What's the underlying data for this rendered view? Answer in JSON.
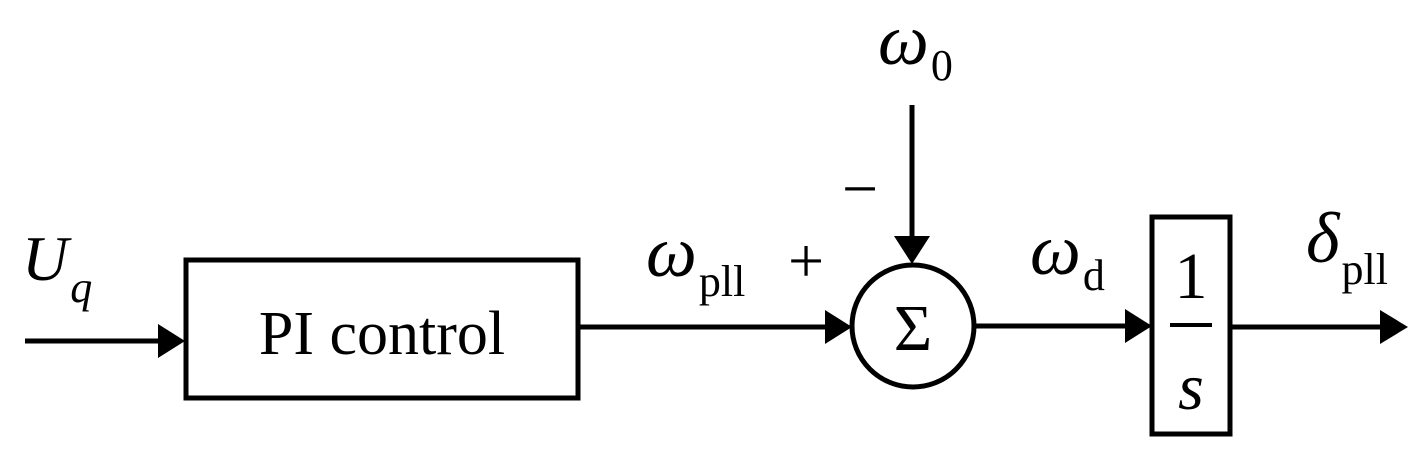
{
  "blocks": {
    "pi_control": "PI control",
    "summer_symbol": "Σ",
    "integrator_numerator": "1",
    "integrator_denominator": "s"
  },
  "signals": {
    "input": {
      "main": "U",
      "sub": "q"
    },
    "pll_frequency": {
      "main": "ω",
      "sub": "pll"
    },
    "reference_frequency": {
      "main": "ω",
      "sub": "0"
    },
    "frequency_deviation": {
      "main": "ω",
      "sub": "d"
    },
    "output_angle": {
      "main": "δ",
      "sub": "pll"
    }
  },
  "summer_signs": {
    "plus": "+",
    "minus": "−"
  }
}
